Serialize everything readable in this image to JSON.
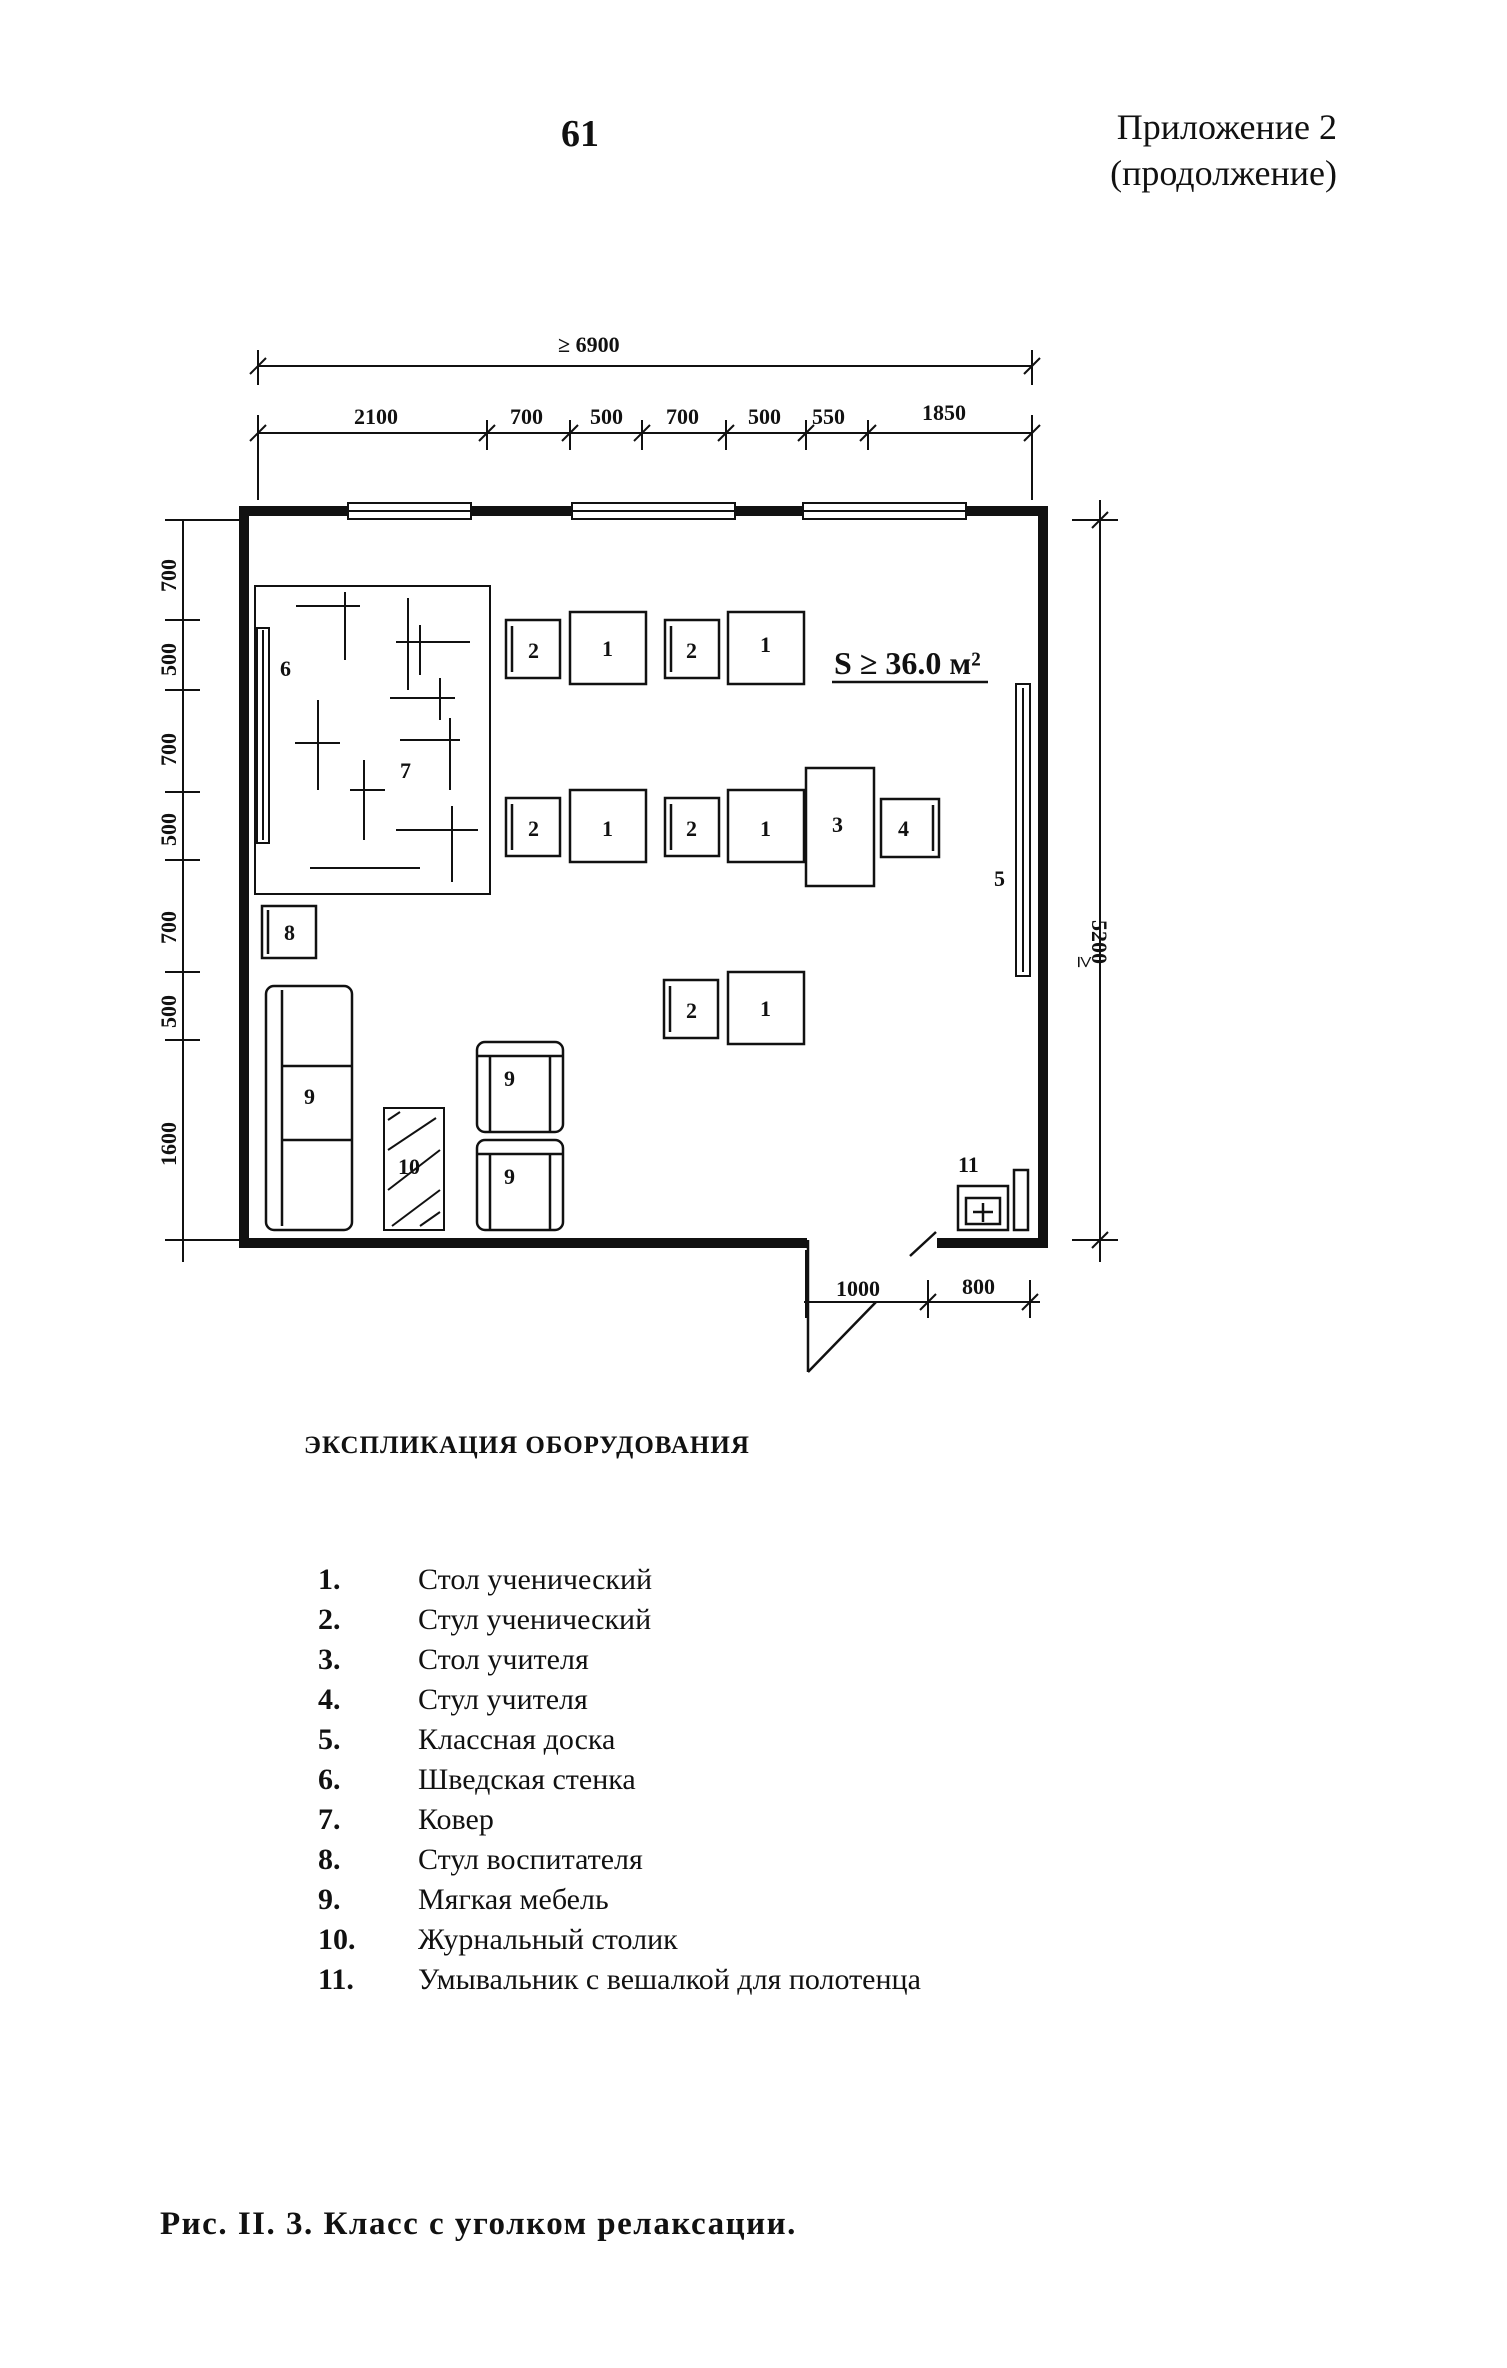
{
  "header": {
    "page_number": "61",
    "appendix_line1": "Приложение 2",
    "appendix_line2": "(продолжение)"
  },
  "plan": {
    "overall_width": "≥  6900",
    "top_dims": [
      "2100",
      "700",
      "500",
      "700",
      "500",
      "550",
      "1850"
    ],
    "left_dims": [
      "700",
      "500",
      "700",
      "500",
      "700",
      "500",
      "1600"
    ],
    "right_dim": "5200",
    "right_dim_sign": "≥",
    "bottom_dims": [
      "1000",
      "800"
    ],
    "area": "S ≥ 36.0 м²",
    "labels": {
      "desk": "1",
      "chair": "2",
      "teacher_desk": "3",
      "teacher_chair": "4",
      "board": "5",
      "wall_bars": "6",
      "carpet": "7",
      "educator_chair": "8",
      "sofa": "9",
      "armchair": "9",
      "table": "10",
      "washbasin": "11"
    }
  },
  "explication": {
    "title": "ЭКСПЛИКАЦИЯ ОБОРУДОВАНИЯ",
    "items": [
      {
        "num": "1.",
        "text": "Стол ученический"
      },
      {
        "num": "2.",
        "text": "Стул ученический"
      },
      {
        "num": "3.",
        "text": "Стол учителя"
      },
      {
        "num": "4.",
        "text": "Стул учителя"
      },
      {
        "num": "5.",
        "text": "Классная доска"
      },
      {
        "num": "6.",
        "text": "Шведская стенка"
      },
      {
        "num": "7.",
        "text": "Ковер"
      },
      {
        "num": "8.",
        "text": "Стул воспитателя"
      },
      {
        "num": "9.",
        "text": "Мягкая мебель"
      },
      {
        "num": "10.",
        "text": "Журнальный столик"
      },
      {
        "num": "11.",
        "text": "Умывальник с вешалкой для полотенца"
      }
    ]
  },
  "caption": "Рис. II. 3.  Класс с уголком релаксации."
}
